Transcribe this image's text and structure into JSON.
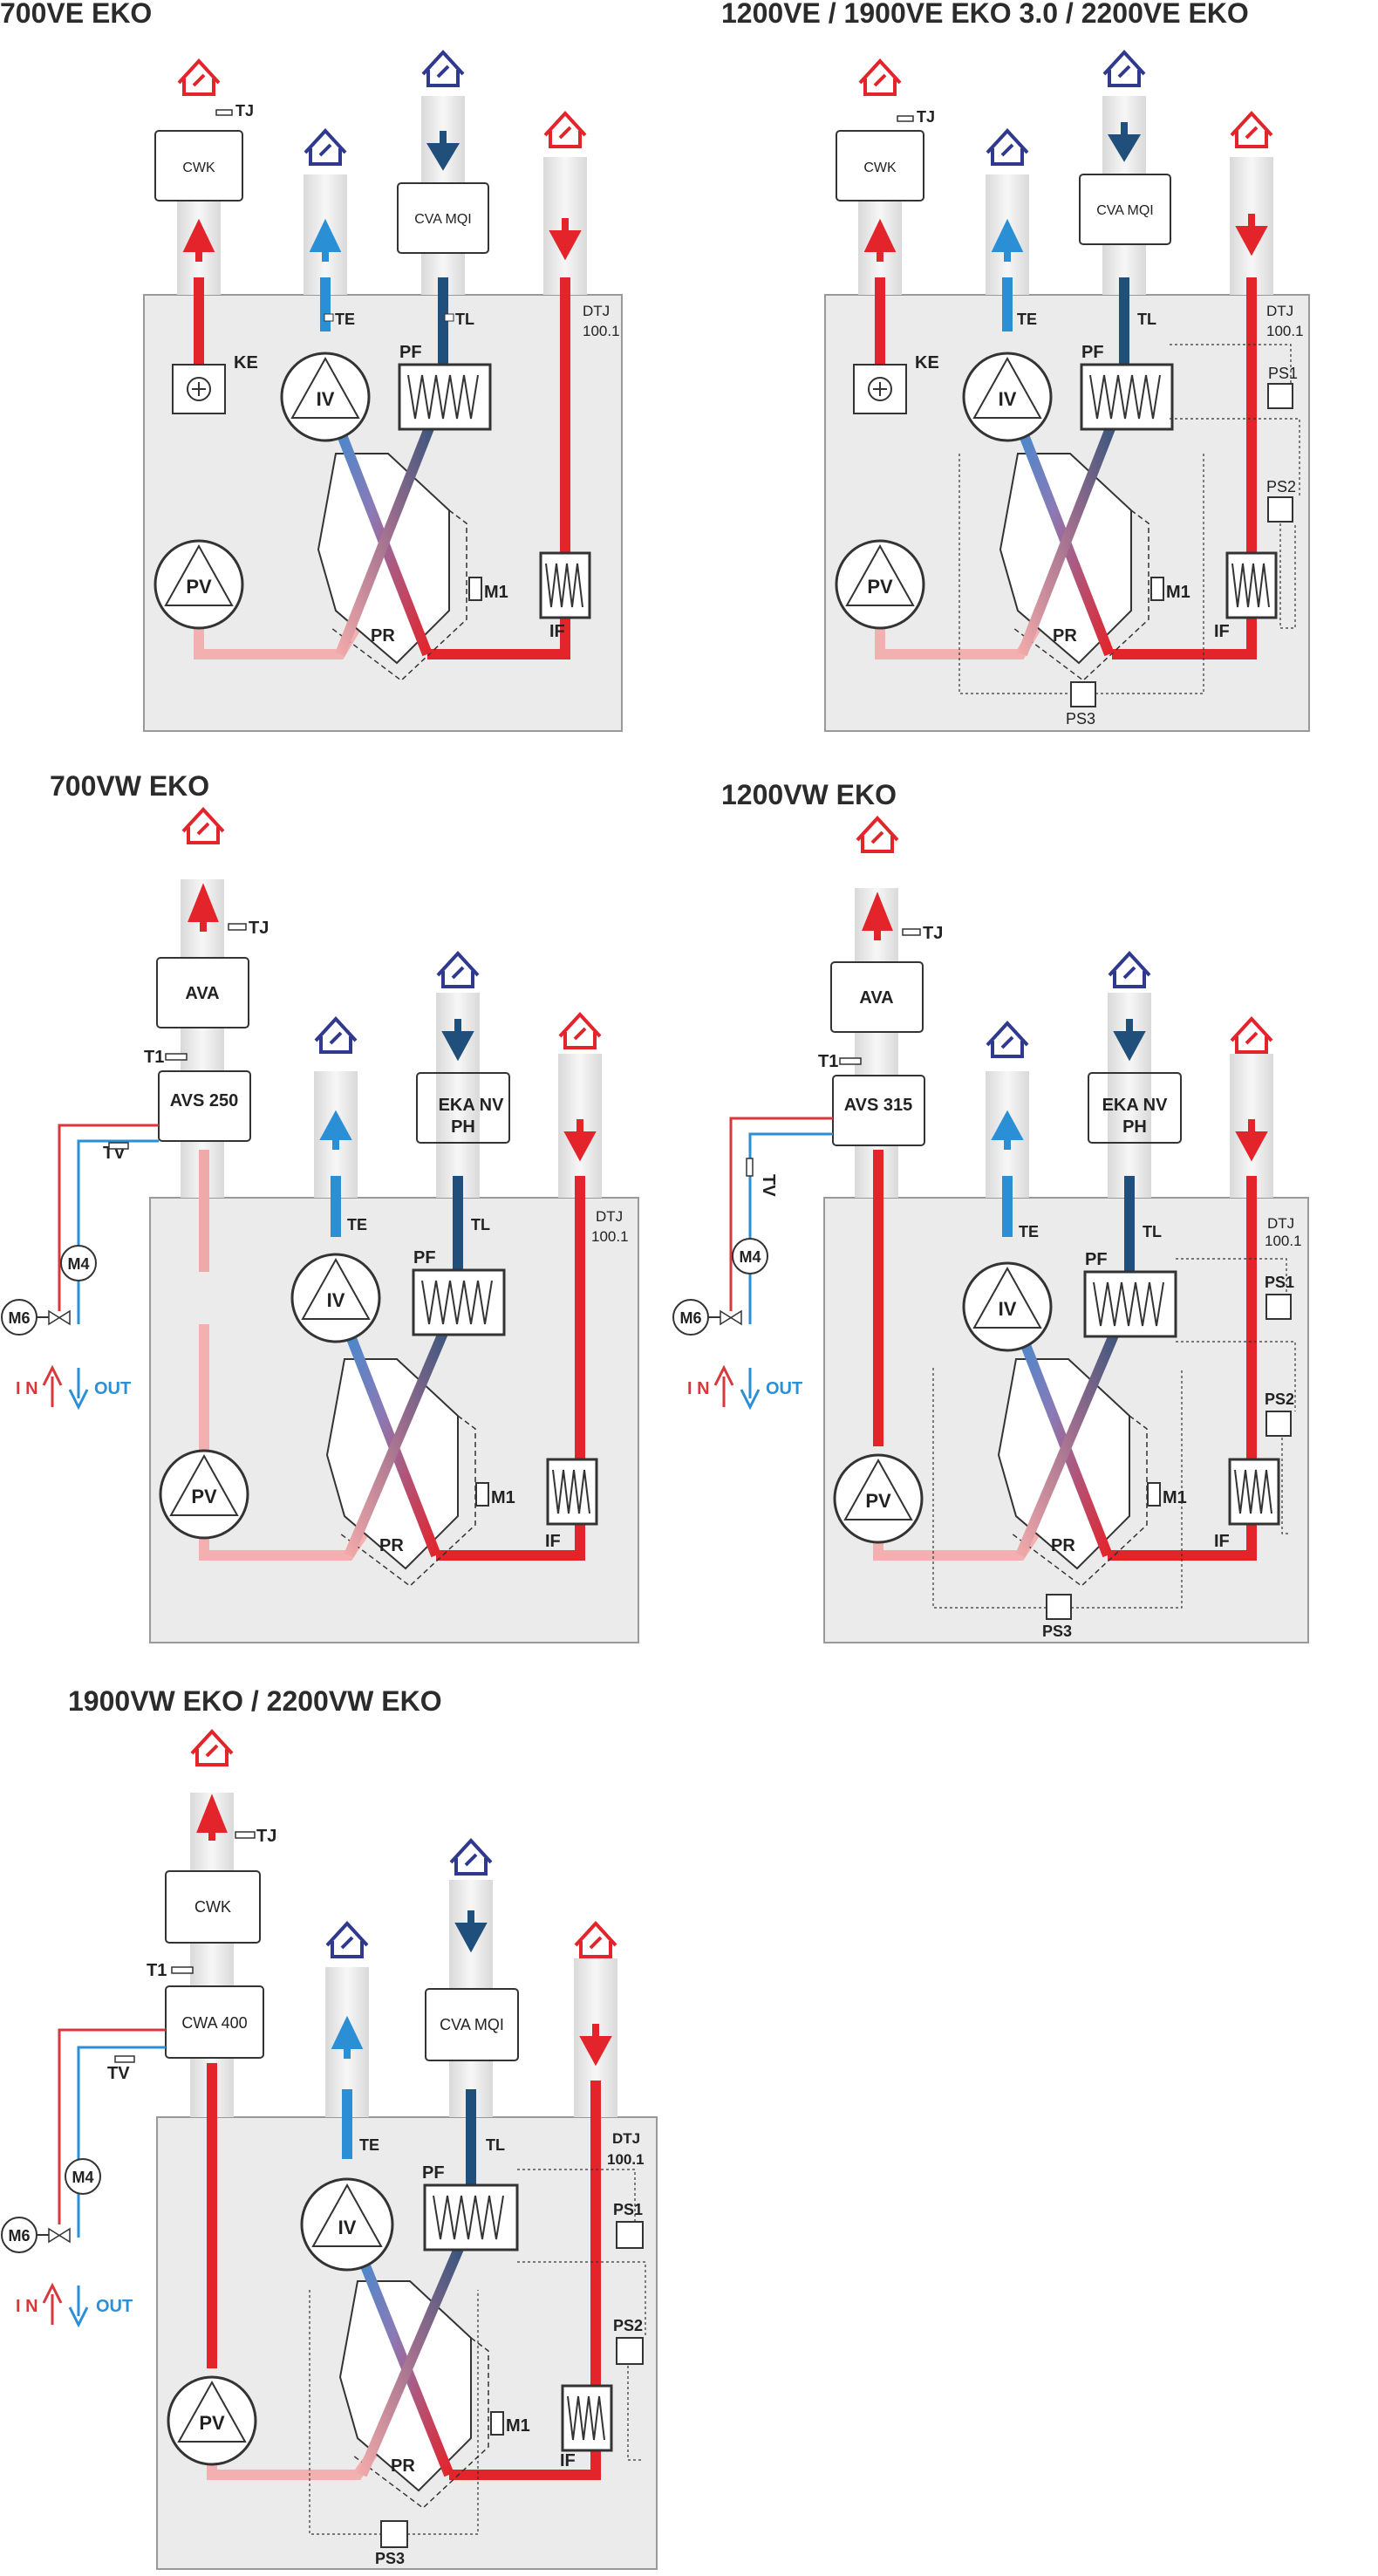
{
  "colors": {
    "supply_red": "#e3242b",
    "exhaust_blue": "#2b8fd6",
    "intake_navy": "#1f4f7a",
    "house_navy": "#2f3a8f",
    "unit_gray": "#ebebeb",
    "water_in": "#d8383c",
    "water_out": "#2b8fd6"
  },
  "diagrams": [
    {
      "title": "700VE EKO",
      "components": {
        "heater": "CWK",
        "filter_box": "CVA MQI",
        "coil": "KE",
        "fan_supply": "PV",
        "fan_exhaust": "IV",
        "pf": "PF",
        "if": "IF",
        "rotor": "PR",
        "motor": "M1",
        "te": "TE",
        "tl": "TL",
        "tj": "TJ",
        "dtj1": "DTJ",
        "dtj2": "100.1"
      }
    },
    {
      "title": "1200VE   / 1900VE EKO 3.0 / 2200VE EKO",
      "components": {
        "heater": "CWK",
        "filter_box": "CVA MQI",
        "coil": "KE",
        "fan_supply": "PV",
        "fan_exhaust": "IV",
        "pf": "PF",
        "if": "IF",
        "rotor": "PR",
        "motor": "M1",
        "te": "TE",
        "tl": "TL",
        "tj": "TJ",
        "dtj1": "DTJ",
        "dtj2": "100.1",
        "ps1": "PS1",
        "ps2": "PS2",
        "ps3": "PS3"
      }
    },
    {
      "title": "700VW EKO",
      "components": {
        "top_box": "AVA",
        "water_box": "AVS 250",
        "filter_box_l1": "EKA NV",
        "filter_box_l2": "PH",
        "fan_supply": "PV",
        "fan_exhaust": "IV",
        "pf": "PF",
        "if": "IF",
        "rotor": "PR",
        "motor": "M1",
        "te": "TE",
        "tl": "TL",
        "tj": "TJ",
        "t1": "T1",
        "tv": "TV",
        "m4": "M4",
        "m6": "M6",
        "in": "I N",
        "out": "OUT",
        "dtj1": "DTJ",
        "dtj2": "100.1"
      }
    },
    {
      "title": "1200VW EKO",
      "components": {
        "top_box": "AVA",
        "water_box": "AVS 315",
        "filter_box_l1": "EKA NV",
        "filter_box_l2": "PH",
        "fan_supply": "PV",
        "fan_exhaust": "IV",
        "pf": "PF",
        "if": "IF",
        "rotor": "PR",
        "motor": "M1",
        "te": "TE",
        "tl": "TL",
        "tj": "TJ",
        "t1": "T1",
        "tv": "TV",
        "m4": "M4",
        "m6": "M6",
        "in": "I N",
        "out": "OUT",
        "dtj1": "DTJ",
        "dtj2": "100.1",
        "ps1": "PS1",
        "ps2": "PS2",
        "ps3": "PS3"
      }
    },
    {
      "title": "1900VW EKO  /  2200VW EKO",
      "components": {
        "top_box": "CWK",
        "water_box": "CWA 400",
        "filter_box": "CVA MQI",
        "fan_supply": "PV",
        "fan_exhaust": "IV",
        "pf": "PF",
        "if": "IF",
        "rotor": "PR",
        "motor": "M1",
        "te": "TE",
        "tl": "TL",
        "tj": "TJ",
        "t1": "T1",
        "tv": "TV",
        "m4": "M4",
        "m6": "M6",
        "in": "I N",
        "out": "OUT",
        "dtj1": "DTJ",
        "dtj2": "100.1",
        "ps1": "PS1",
        "ps2": "PS2",
        "ps3": "PS3"
      }
    }
  ]
}
